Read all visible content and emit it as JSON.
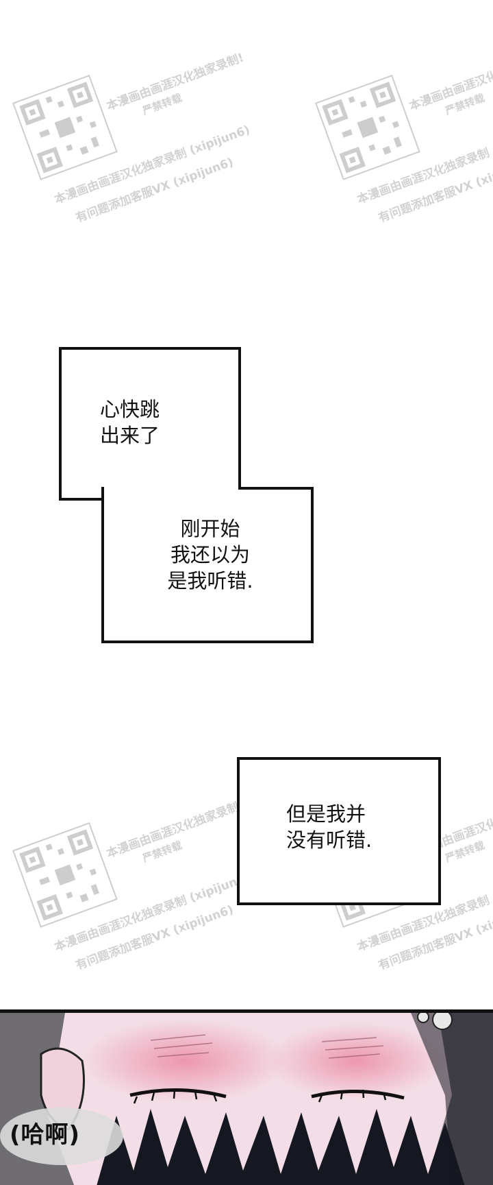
{
  "watermark": {
    "line1": "本漫画由画涯汉化独家录制!",
    "line2": "严禁转载",
    "line3": "本漫画由画涯汉化独家录制 (xipijun6)",
    "line4": "有问题添加客服VX (xipijun6)"
  },
  "captions": {
    "box1": "心快跳\n出来了",
    "box2": "刚开始\n我还以为\n是我听错.",
    "box3": "但是我并\n没有听错."
  },
  "sfx": {
    "gasp": "(哈啊)"
  },
  "colors": {
    "ink": "#111111",
    "panel_bg": "#6f6c72",
    "skin": "#f3dde6",
    "blush": "#ec8fa8",
    "hair": "#151820"
  }
}
